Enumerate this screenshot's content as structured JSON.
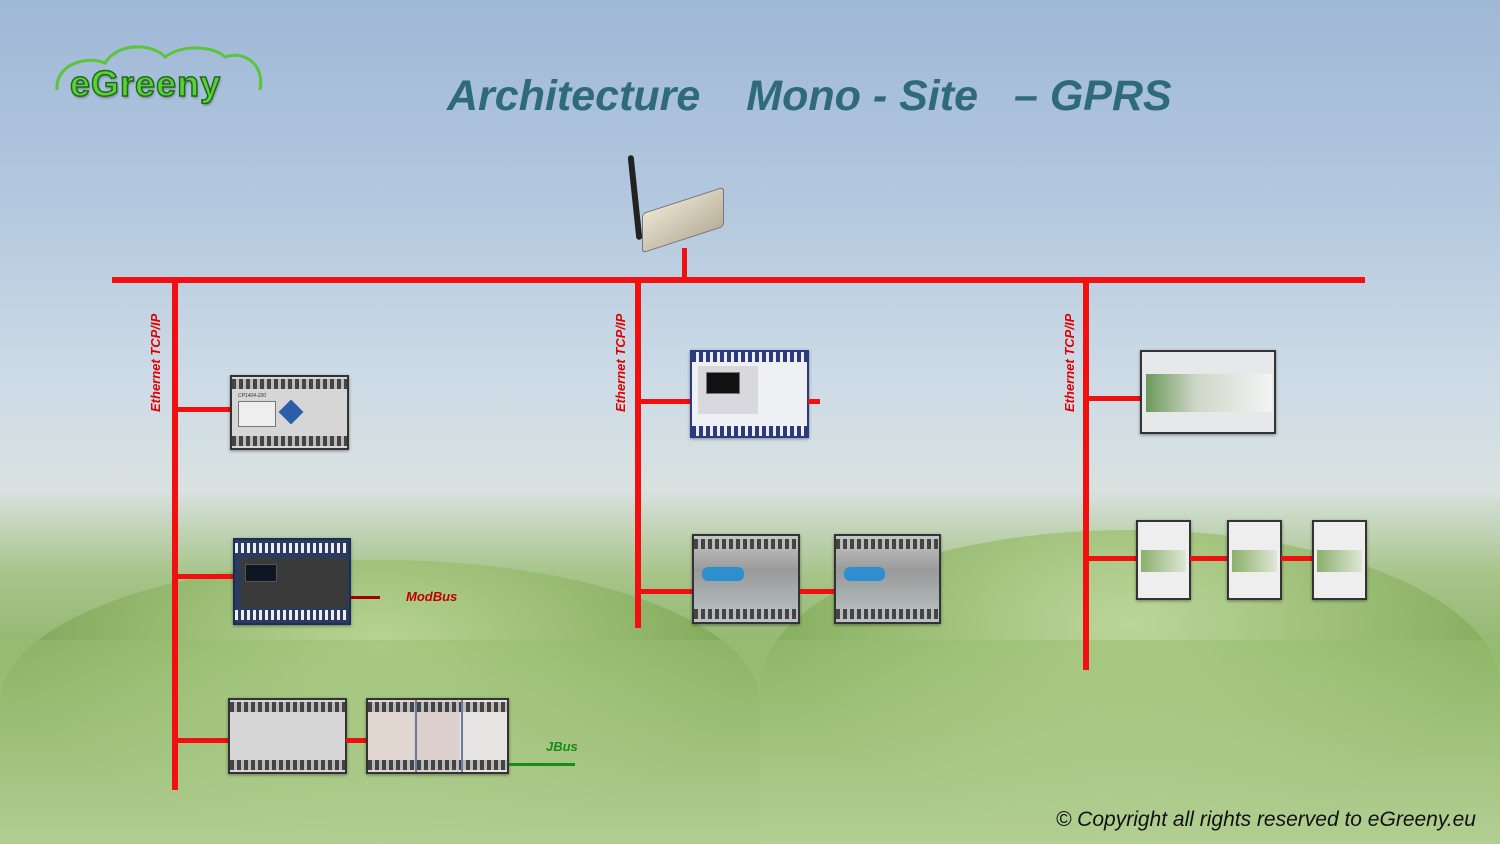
{
  "logo": {
    "text": "eGreeny"
  },
  "title": {
    "part1": "Architecture",
    "part2": "Mono - Site",
    "part3": "– GPRS"
  },
  "network_labels": [
    "Ethernet TCP/IP",
    "Ethernet TCP/IP",
    "Ethernet TCP/IP"
  ],
  "bus_labels": {
    "modbus": "ModBus",
    "jbus": "JBus"
  },
  "devices": {
    "plc_model": "CP1404-220"
  },
  "footer": {
    "copyright": "© Copyright all rights reserved to eGreeny.eu"
  },
  "colors": {
    "network": "#f20f0f",
    "modbus": "#a00000",
    "jbus": "#1a8a1a",
    "title": "#2e6a78"
  }
}
